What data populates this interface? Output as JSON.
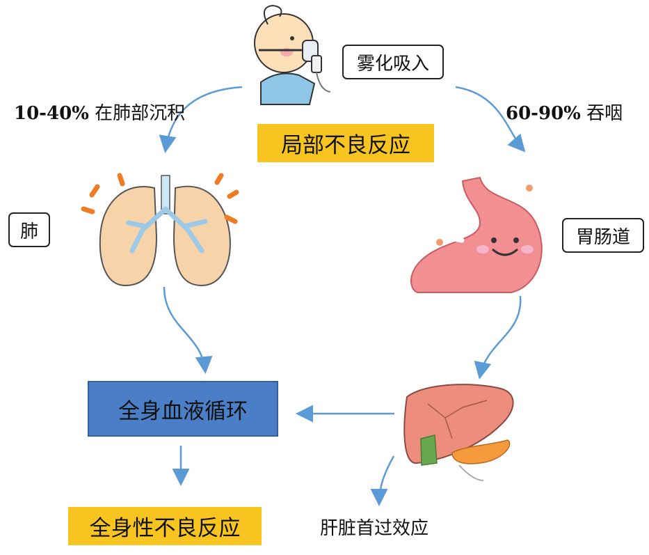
{
  "labels": {
    "inhalation": "雾化吸入",
    "local_reaction": "局部不良反应",
    "lung_pct": "10-40%",
    "lung_text": "在肺部沉积",
    "swallow_pct": "60-90%",
    "swallow_text": "吞咽",
    "lung": "肺",
    "gi_tract": "胃肠道",
    "circulation": "全身血液循环",
    "systemic_reaction": "全身性不良反应",
    "first_pass": "肝脏首过效应"
  },
  "colors": {
    "arrow": "#5b9bd5",
    "highlight": "#f8c520",
    "circulation_box": "#4a7fc8",
    "lung_fill": "#f6d3a8",
    "stomach_fill": "#f28f93",
    "liver_fill": "#ec8d7e"
  },
  "icons": [
    "baby-nebulizer-icon",
    "lungs-icon",
    "stomach-icon",
    "liver-icon"
  ]
}
